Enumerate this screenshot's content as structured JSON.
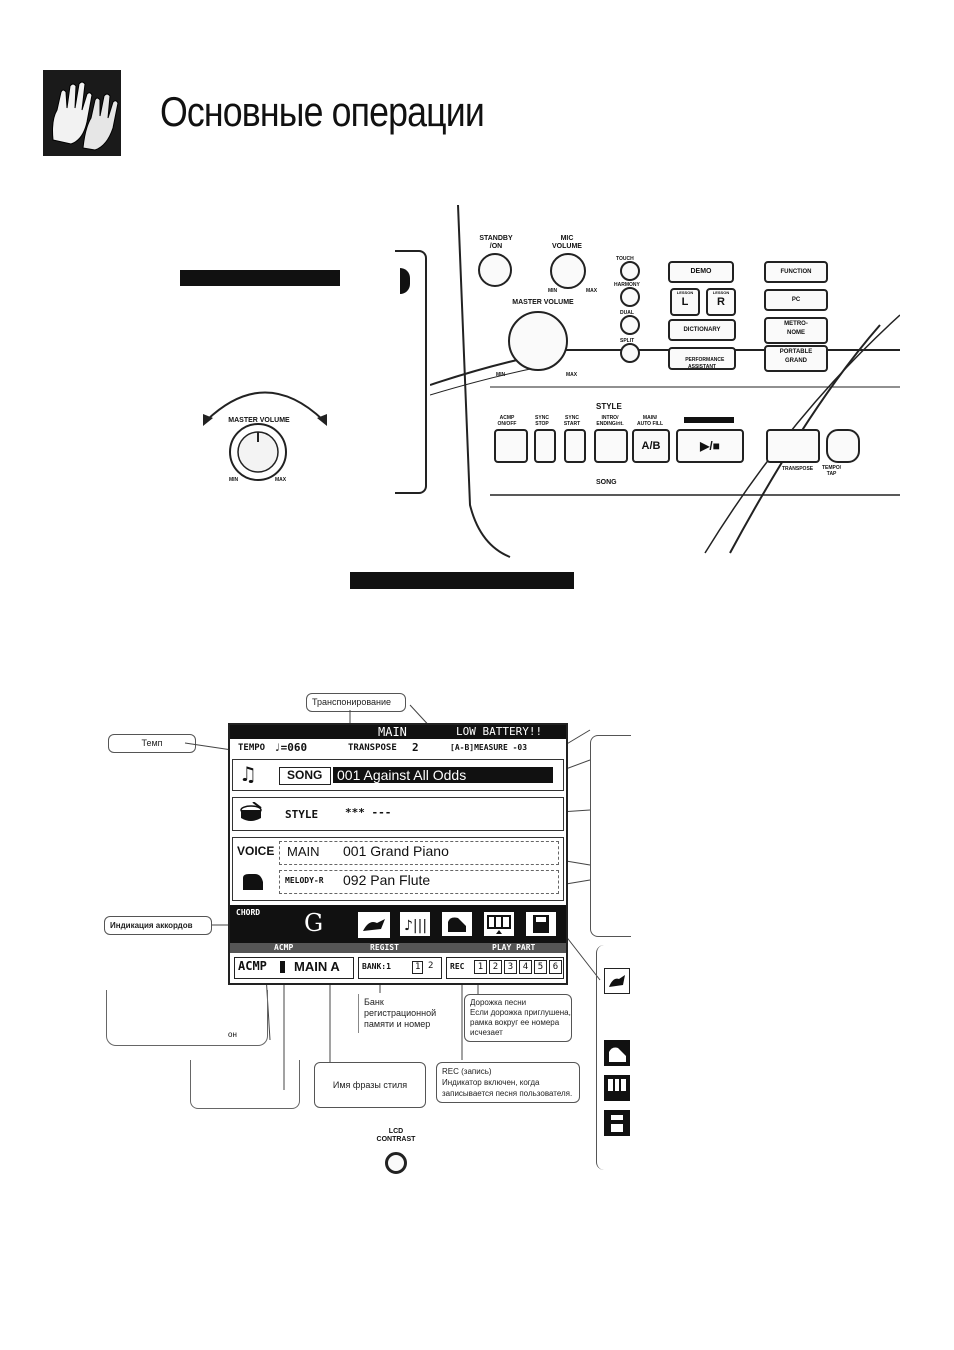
{
  "header": {
    "title": "Основные операции",
    "logo_icon": "hands-icon"
  },
  "panel": {
    "standby": "STANDBY\n/ON",
    "mic_volume": "MIC\nVOLUME",
    "mic_min": "MIN",
    "mic_max": "MAX",
    "master_volume": "MASTER VOLUME",
    "master_min": "MIN",
    "master_max": "MAX",
    "touch": "TOUCH",
    "harmony": "HARMONY",
    "dual": "DUAL",
    "split": "SPLIT",
    "demo": "DEMO",
    "lesson_l_top": "LESSON",
    "lesson_l": "L",
    "lesson_r_top": "LESSON",
    "lesson_r": "R",
    "dictionary": "DICTIONARY",
    "perf_assistant": "PERFORMANCE\nASSISTANT",
    "function": "FUNCTION",
    "pc": "PC",
    "metronome": "METRO-\nNOME",
    "portable_grand": "PORTABLE\nGRAND",
    "style_title": "STYLE",
    "acmp": "ACMP\nON/OFF",
    "sync_stop": "SYNC\nSTOP",
    "sync_start": "SYNC\nSTART",
    "intro": "INTRO/\nENDING/rit.",
    "main_auto": "MAIN/\nAUTO FILL",
    "ab": "A/B",
    "start_stop": "▶/■",
    "song_label": "SONG",
    "transpose": "TRANSPOSE",
    "tempo_tap": "TEMPO/\nTAP",
    "knob_label": "MASTER VOLUME",
    "knob_min": "MIN",
    "knob_max": "MAX"
  },
  "lcd": {
    "mode": "MAIN",
    "low_battery": "LOW BATTERY!!",
    "tempo_label": "TEMPO",
    "tempo_value": "♩=060",
    "transpose_label": "TRANSPOSE",
    "transpose_value": "2",
    "measure": "[A-B]MEASURE -03",
    "song_label": "SONG",
    "song_value": "001 Against All Odds",
    "style_label": "STYLE",
    "style_value": "*** ---",
    "voice_label": "VOICE",
    "main_label": "MAIN",
    "main_value": "001 Grand Piano",
    "melody_label": "MELODY-R",
    "melody_value": "092 Pan Flute",
    "chord_label": "CHORD",
    "chord_value": "G",
    "acmp_section": "ACMP",
    "regist_section": "REGIST",
    "play_part_section": "PLAY PART",
    "acmp_value": "ACMP",
    "main_a": "MAIN A",
    "bank_label": "BANK:1",
    "bank_1": "1",
    "bank_2": "2",
    "rec_label": "REC",
    "parts": [
      "1",
      "2",
      "3",
      "4",
      "5",
      "6"
    ],
    "lcd_contrast": "LCD\nCONTRAST"
  },
  "callouts": {
    "transpose": "Транспонирование",
    "tempo": "Темп",
    "chord": "Индикация аккордов",
    "acmp_suffix": "он",
    "bank": "Банк\nрегистрационной\nпамяти и номер",
    "track": "Дорожка песни\nЕсли дорожка приглушена,\nрамка вокруг ее номера\nисчезает",
    "phrase": "Имя фразы стиля",
    "rec": "REC (запись)\nИндикатор включен, когда\nзаписывается песня пользователя."
  }
}
